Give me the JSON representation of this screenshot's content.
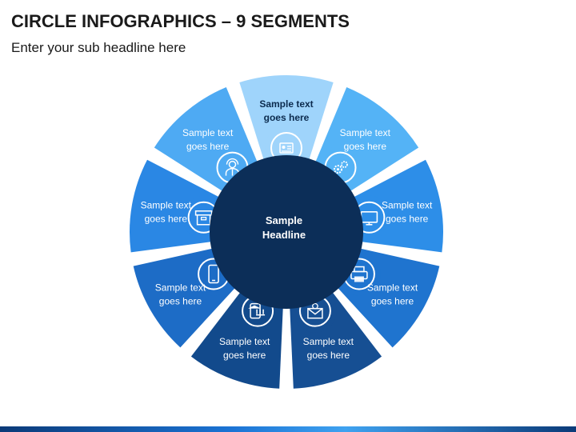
{
  "header": {
    "title": "CIRCLE INFOGRAPHICS – 9 SEGMENTS",
    "subtitle": "Enter your sub headline here"
  },
  "center": {
    "line1": "Sample",
    "line2": "Headline",
    "color": "#0c2e58"
  },
  "segments": [
    {
      "line1": "Sample text",
      "line2": "goes here",
      "icon": "id-card-icon",
      "color": "#9fd4fb",
      "text_dark": true
    },
    {
      "line1": "Sample text",
      "line2": "goes here",
      "icon": "gears-icon",
      "color": "#54b3f6",
      "text_dark": false
    },
    {
      "line1": "Sample text",
      "line2": "goes here",
      "icon": "monitor-icon",
      "color": "#2d8ee8",
      "text_dark": false
    },
    {
      "line1": "Sample text",
      "line2": "goes here",
      "icon": "printer-icon",
      "color": "#1f74cf",
      "text_dark": false
    },
    {
      "line1": "Sample text",
      "line2": "goes here",
      "icon": "mail-icon",
      "color": "#164f93",
      "text_dark": false
    },
    {
      "line1": "Sample text",
      "line2": "goes here",
      "icon": "bank-phone-icon",
      "color": "#124a8c",
      "text_dark": false
    },
    {
      "line1": "Sample text",
      "line2": "goes here",
      "icon": "mobile-icon",
      "color": "#1d6cc6",
      "text_dark": false
    },
    {
      "line1": "Sample text",
      "line2": "goes here",
      "icon": "archive-box-icon",
      "color": "#2a87e4",
      "text_dark": false
    },
    {
      "line1": "Sample text",
      "line2": "goes here",
      "icon": "support-agent-icon",
      "color": "#4eaaf3",
      "text_dark": false
    }
  ]
}
